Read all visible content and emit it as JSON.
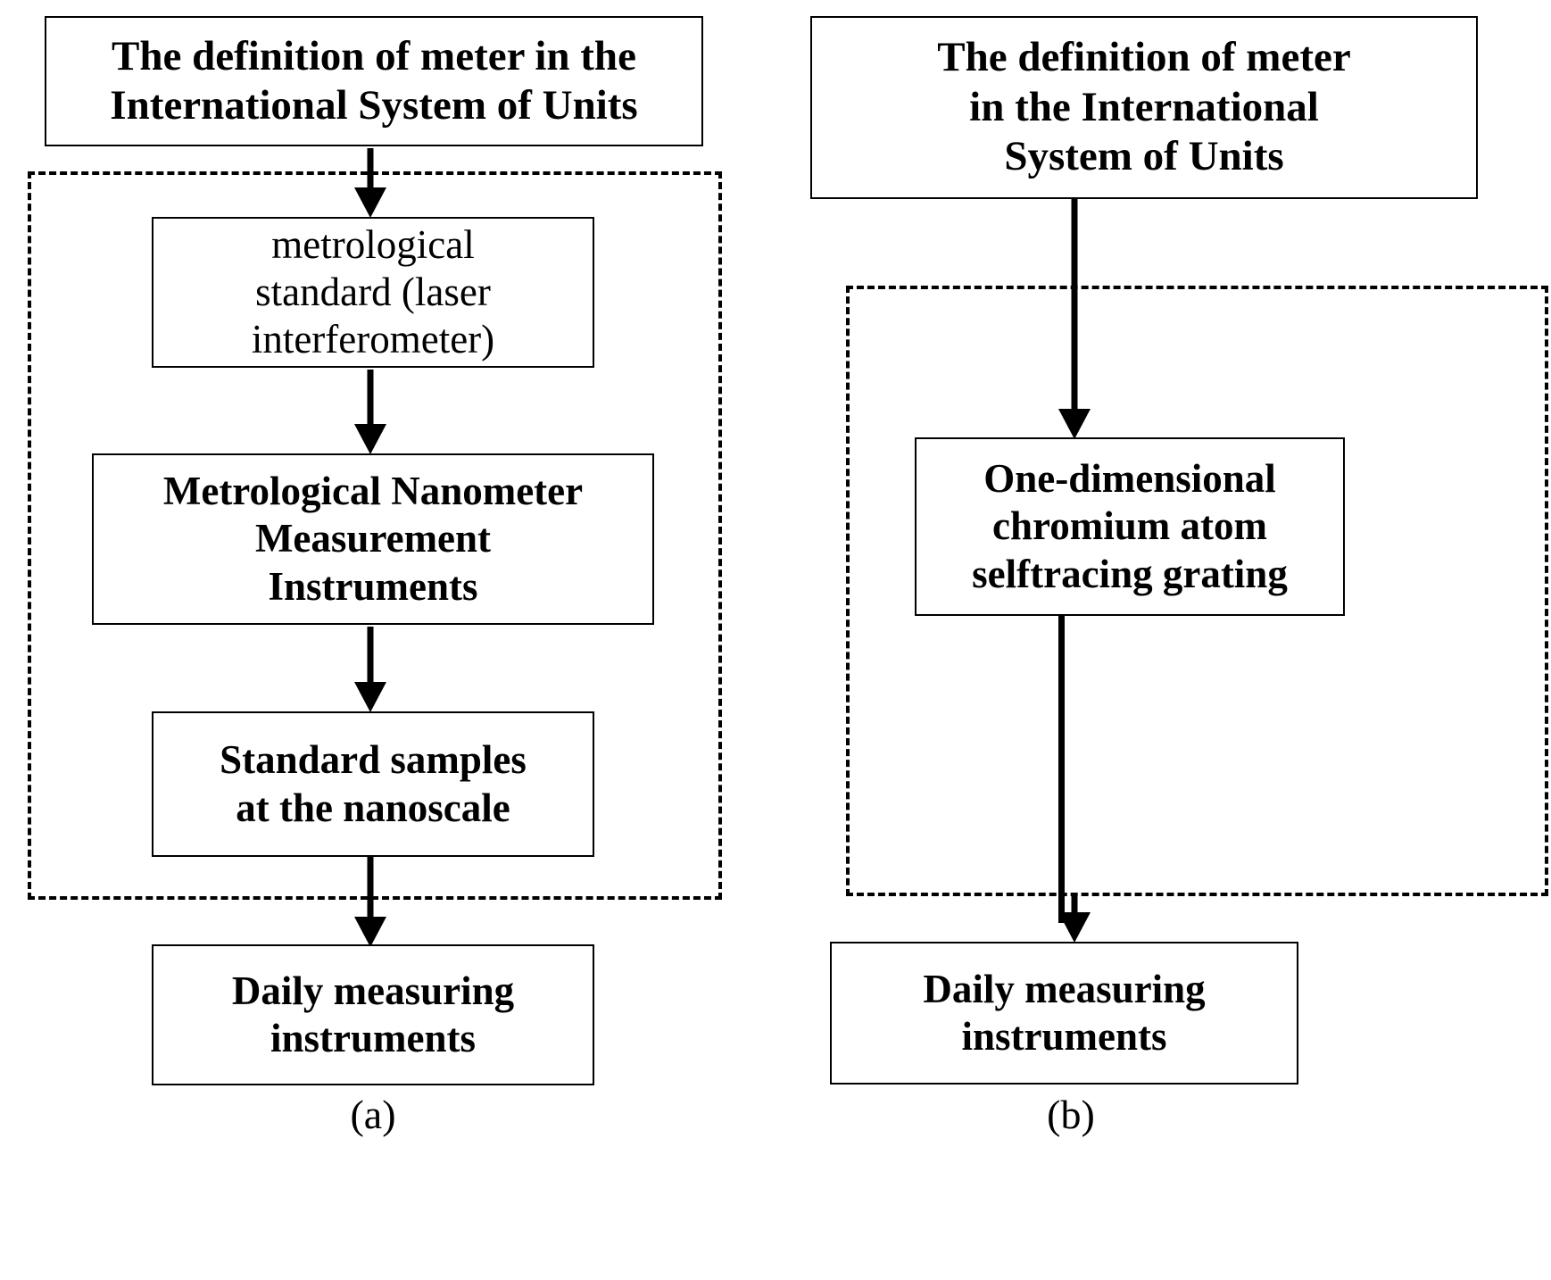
{
  "figure": {
    "type": "flowchart-comparison",
    "panels": [
      {
        "id": "a",
        "label": "(a)",
        "nodes": [
          {
            "key": "source",
            "text": "The definition of meter in the\nInternational System of Units",
            "bold": true
          },
          {
            "key": "standard",
            "text": "metrological\nstandard (laser\ninterferometer)",
            "bold": false
          },
          {
            "key": "instruments",
            "text": "Metrological Nanometer\nMeasurement\nInstruments",
            "bold": true
          },
          {
            "key": "samples",
            "text": "Standard samples\nat the nanoscale",
            "bold": true
          },
          {
            "key": "daily",
            "text": "Daily measuring\ninstruments",
            "bold": true
          }
        ],
        "grouping_box": "dashed",
        "arrows": [
          {
            "from": "source",
            "to": "standard"
          },
          {
            "from": "standard",
            "to": "instruments"
          },
          {
            "from": "instruments",
            "to": "samples"
          },
          {
            "from": "samples",
            "to": "daily"
          }
        ]
      },
      {
        "id": "b",
        "label": "(b)",
        "nodes": [
          {
            "key": "source",
            "text": "The definition of meter\nin the International\nSystem of Units",
            "bold": true
          },
          {
            "key": "grating",
            "text": "One-dimensional\nchromium atom\nselftracing grating",
            "bold": true
          },
          {
            "key": "daily",
            "text": "Daily measuring\ninstruments",
            "bold": true
          }
        ],
        "grouping_box": "dashed",
        "arrows": [
          {
            "from": "source",
            "to": "grating"
          },
          {
            "from": "grating",
            "to": "daily"
          }
        ]
      }
    ],
    "colors": {
      "stroke": "#000000",
      "fill": "#ffffff",
      "text": "#000000"
    }
  }
}
